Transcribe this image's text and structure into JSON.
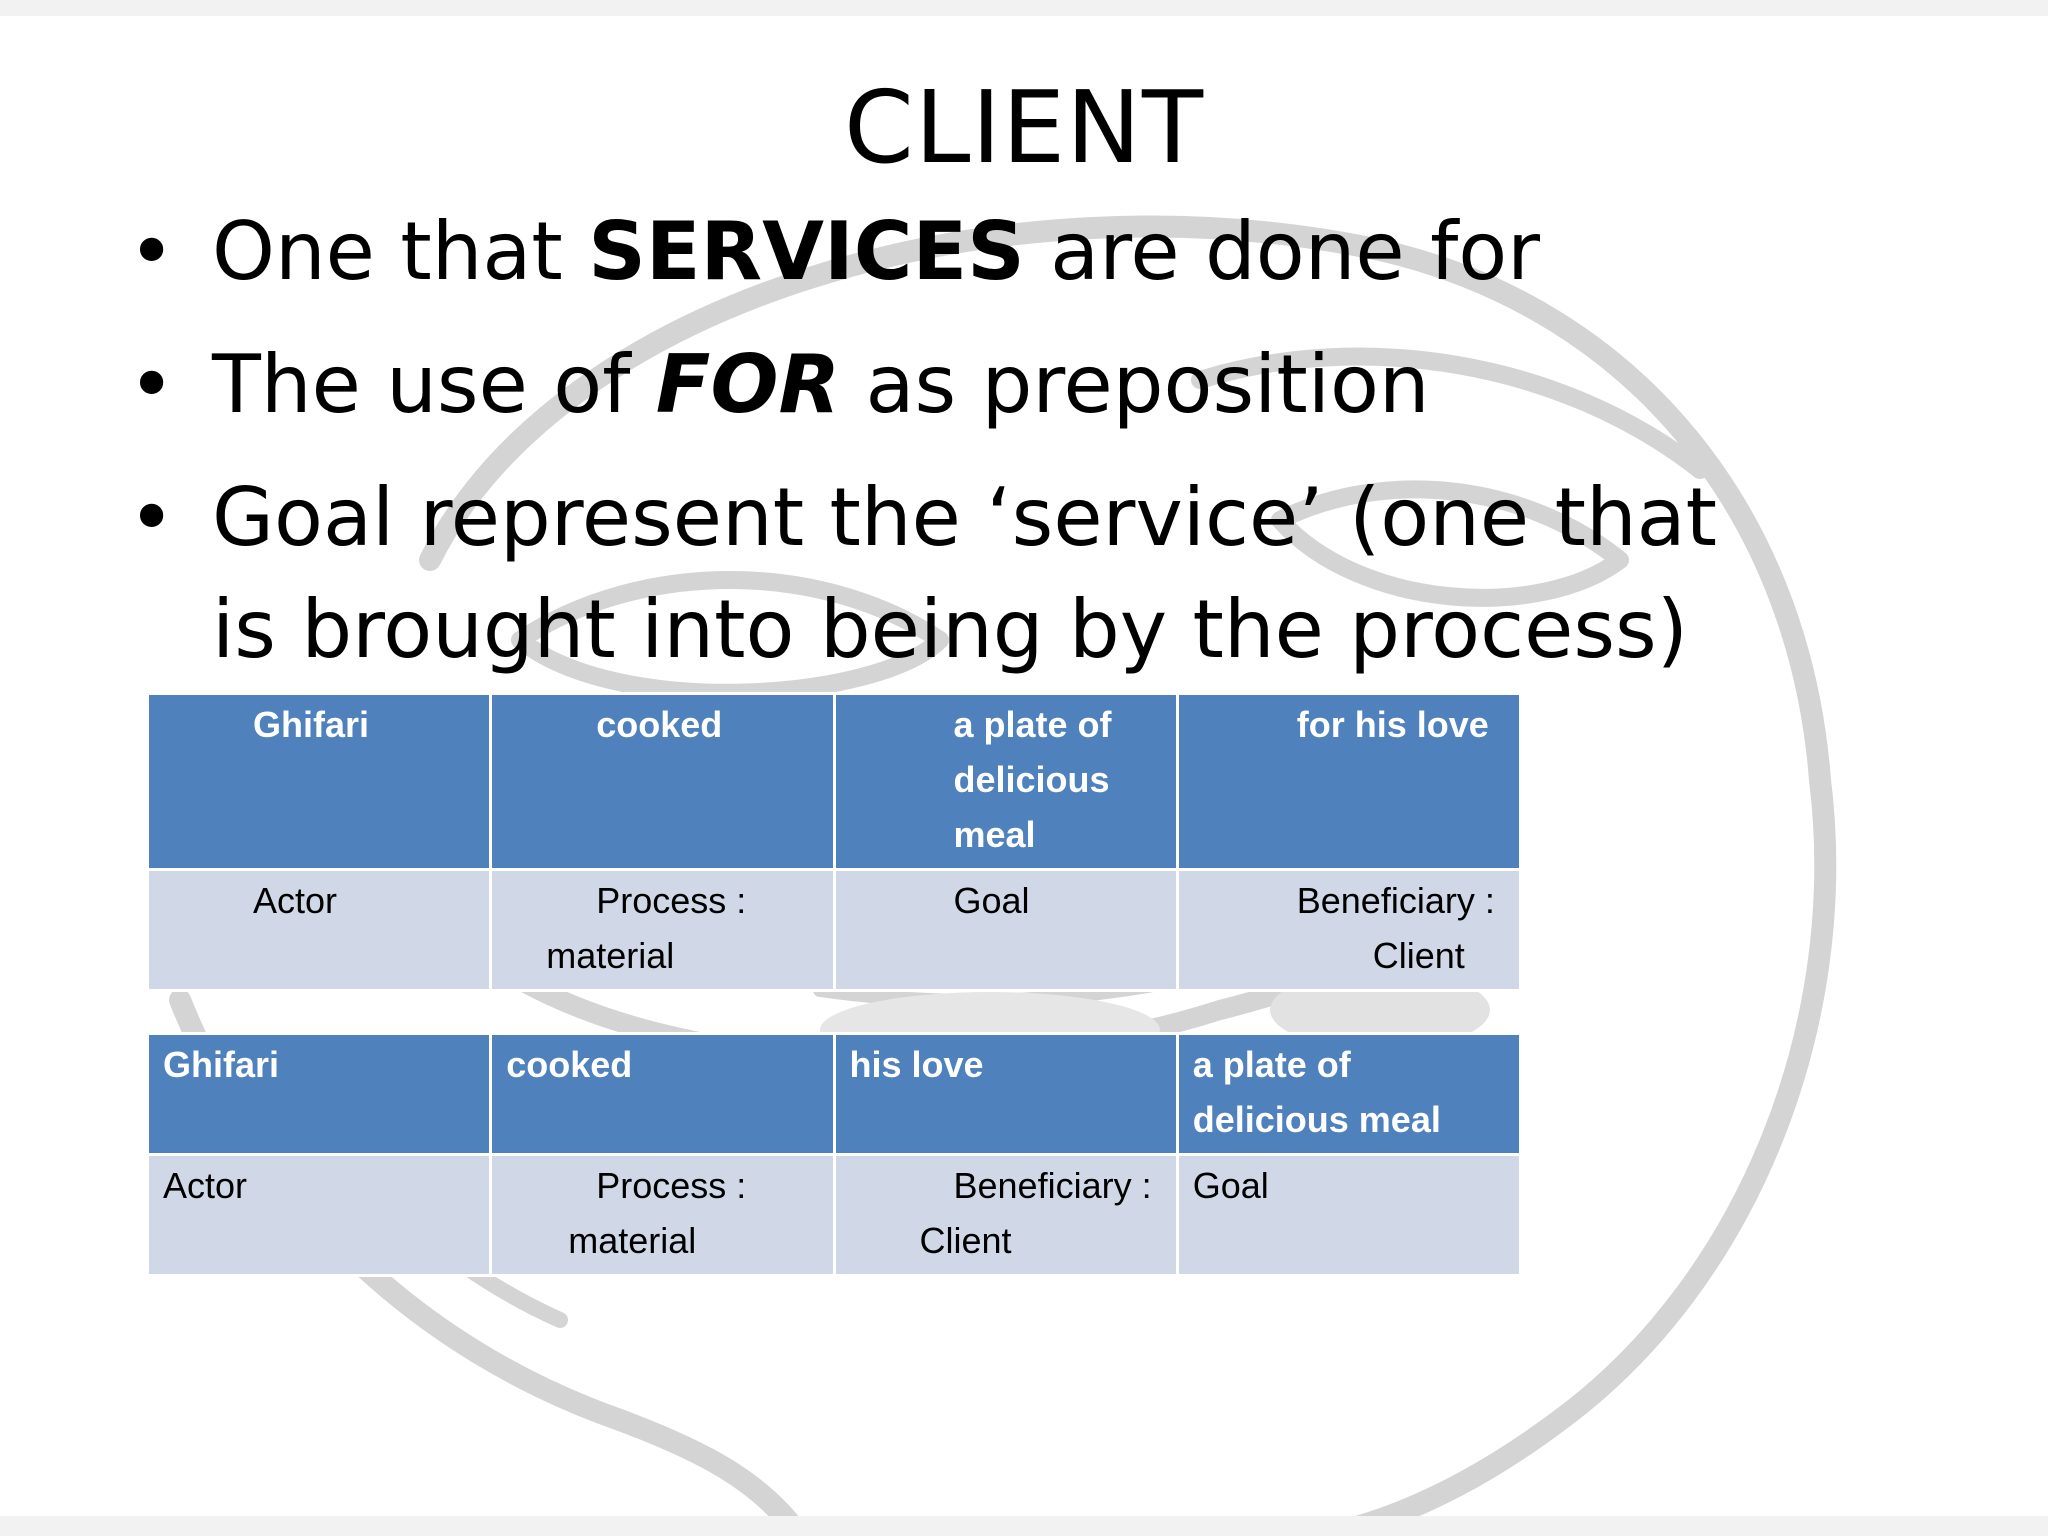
{
  "slide": {
    "title": "CLIENT",
    "bullets": [
      {
        "parts": [
          {
            "text": "One that ",
            "style": "normal"
          },
          {
            "text": "SERVICES",
            "style": "bold"
          },
          {
            "text": " are done for",
            "style": "normal"
          }
        ]
      },
      {
        "parts": [
          {
            "text": "The use of ",
            "style": "normal"
          },
          {
            "text": "FOR",
            "style": "bold-italic"
          },
          {
            "text": " as preposition",
            "style": "normal"
          }
        ]
      },
      {
        "parts": [
          {
            "text": "Goal represent the ‘service’ (one that is brought into being by the process)",
            "style": "normal"
          }
        ]
      }
    ],
    "bullet_glyph": "•"
  },
  "table1": {
    "header": [
      "Ghifari",
      "cooked",
      "a plate of delicious meal",
      "for his love"
    ],
    "roles": {
      "actor": "Actor",
      "process_1": "Process :",
      "process_2": "material",
      "goal": "Goal",
      "beneficiary_1": "Beneficiary :",
      "beneficiary_2": "Client"
    }
  },
  "table2": {
    "header": [
      "Ghifari",
      "cooked",
      "his love",
      "a plate of delicious meal"
    ],
    "roles": {
      "actor": "Actor",
      "process_1": "Process :",
      "process_2": "material",
      "beneficiary_1": "Beneficiary :",
      "beneficiary_2": "Client",
      "goal": "Goal"
    }
  },
  "colors": {
    "header_fill": "#4f81bd",
    "body_fill": "#d0d8e8",
    "watermark": "#d4d4d4"
  }
}
